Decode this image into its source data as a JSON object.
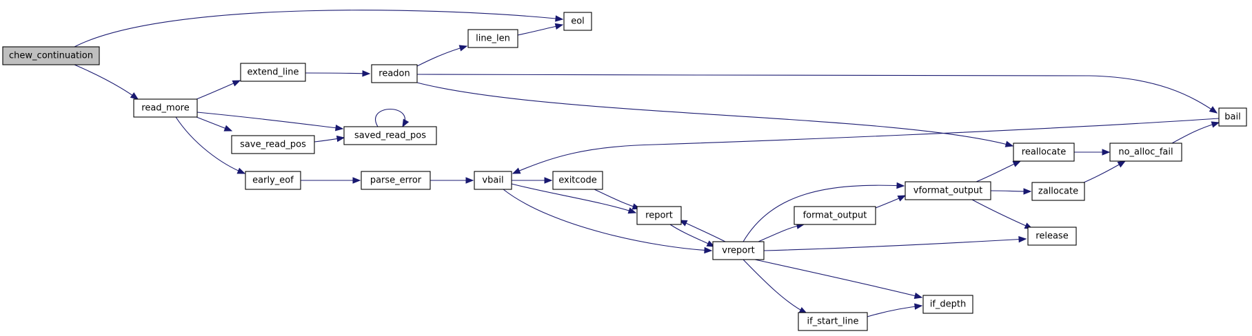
{
  "graph": {
    "arrow_color": "#191970",
    "root_fill": "#bfbfbf",
    "node_fill": "#ffffff",
    "nodes": [
      {
        "id": "chew_continuation",
        "label": "chew_continuation",
        "root": true
      },
      {
        "id": "eol",
        "label": "eol"
      },
      {
        "id": "line_len",
        "label": "line_len"
      },
      {
        "id": "read_more",
        "label": "read_more"
      },
      {
        "id": "extend_line",
        "label": "extend_line"
      },
      {
        "id": "readon",
        "label": "readon"
      },
      {
        "id": "save_read_pos",
        "label": "save_read_pos"
      },
      {
        "id": "saved_read_pos",
        "label": "saved_read_pos"
      },
      {
        "id": "early_eof",
        "label": "early_eof"
      },
      {
        "id": "parse_error",
        "label": "parse_error"
      },
      {
        "id": "vbail",
        "label": "vbail"
      },
      {
        "id": "exitcode",
        "label": "exitcode"
      },
      {
        "id": "report",
        "label": "report"
      },
      {
        "id": "vreport",
        "label": "vreport"
      },
      {
        "id": "format_output",
        "label": "format_output"
      },
      {
        "id": "vformat_output",
        "label": "vformat_output"
      },
      {
        "id": "reallocate",
        "label": "reallocate"
      },
      {
        "id": "zallocate",
        "label": "zallocate"
      },
      {
        "id": "no_alloc_fail",
        "label": "no_alloc_fail"
      },
      {
        "id": "bail",
        "label": "bail"
      },
      {
        "id": "release",
        "label": "release"
      },
      {
        "id": "if_depth",
        "label": "if_depth"
      },
      {
        "id": "if_start_line",
        "label": "if_start_line"
      }
    ],
    "edges": [
      {
        "from": "chew_continuation",
        "to": "eol"
      },
      {
        "from": "chew_continuation",
        "to": "read_more"
      },
      {
        "from": "line_len",
        "to": "eol"
      },
      {
        "from": "read_more",
        "to": "extend_line"
      },
      {
        "from": "read_more",
        "to": "save_read_pos"
      },
      {
        "from": "read_more",
        "to": "saved_read_pos"
      },
      {
        "from": "read_more",
        "to": "early_eof"
      },
      {
        "from": "extend_line",
        "to": "readon"
      },
      {
        "from": "readon",
        "to": "line_len"
      },
      {
        "from": "readon",
        "to": "bail"
      },
      {
        "from": "readon",
        "to": "reallocate"
      },
      {
        "from": "save_read_pos",
        "to": "saved_read_pos"
      },
      {
        "from": "saved_read_pos",
        "to": "saved_read_pos"
      },
      {
        "from": "early_eof",
        "to": "parse_error"
      },
      {
        "from": "parse_error",
        "to": "vbail"
      },
      {
        "from": "vbail",
        "to": "exitcode"
      },
      {
        "from": "vbail",
        "to": "report"
      },
      {
        "from": "vbail",
        "to": "vreport"
      },
      {
        "from": "exitcode",
        "to": "report"
      },
      {
        "from": "report",
        "to": "vreport"
      },
      {
        "from": "vreport",
        "to": "report"
      },
      {
        "from": "vreport",
        "to": "format_output"
      },
      {
        "from": "vreport",
        "to": "vformat_output"
      },
      {
        "from": "vreport",
        "to": "release"
      },
      {
        "from": "vreport",
        "to": "if_depth"
      },
      {
        "from": "vreport",
        "to": "if_start_line"
      },
      {
        "from": "format_output",
        "to": "vformat_output"
      },
      {
        "from": "vformat_output",
        "to": "reallocate"
      },
      {
        "from": "vformat_output",
        "to": "zallocate"
      },
      {
        "from": "vformat_output",
        "to": "release"
      },
      {
        "from": "reallocate",
        "to": "no_alloc_fail"
      },
      {
        "from": "zallocate",
        "to": "no_alloc_fail"
      },
      {
        "from": "no_alloc_fail",
        "to": "bail"
      },
      {
        "from": "bail",
        "to": "vbail"
      },
      {
        "from": "if_start_line",
        "to": "if_depth"
      }
    ]
  }
}
